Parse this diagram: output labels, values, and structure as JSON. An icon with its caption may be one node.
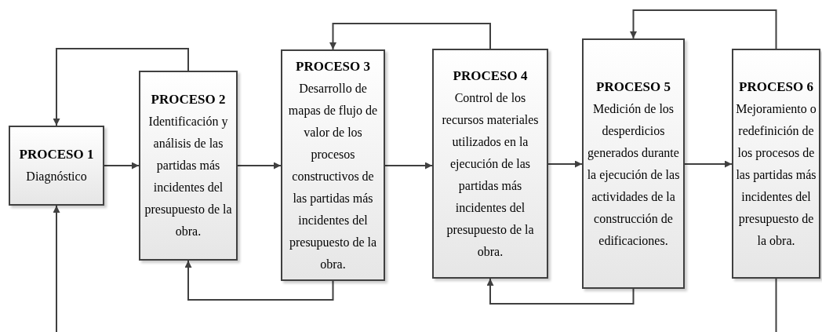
{
  "diagram": {
    "nodes": [
      {
        "text": [
          "PROCESO 1",
          "Diagnóstico"
        ]
      },
      {
        "text": [
          "PROCESO 2",
          "Identificación y análisis de las partidas más incidentes del presupuesto de la obra."
        ]
      },
      {
        "text": [
          "PROCESO 3",
          "Desarrollo de mapas de flujo de valor de los procesos constructivos de las partidas más incidentes del presupuesto de la obra."
        ]
      },
      {
        "text": [
          "PROCESO 4",
          "Control de los recursos materiales utilizados en la ejecución de las partidas más incidentes del presupuesto de la obra."
        ]
      },
      {
        "text": [
          "PROCESO 5",
          "Medición de los desperdicios generados durante la ejecución de las actividades de la construcción de edificaciones."
        ]
      },
      {
        "text": [
          "PROCESO 6",
          "Mejoramiento o redefinición de los procesos de las partidas más incidentes del presupuesto de la obra."
        ]
      }
    ],
    "edges": [
      {
        "from": 0,
        "to": 1,
        "arrow": "to"
      },
      {
        "from": 1,
        "to": 2,
        "arrow": "to"
      },
      {
        "from": 2,
        "to": 3,
        "arrow": "to"
      },
      {
        "from": 3,
        "to": 4,
        "arrow": "to"
      },
      {
        "from": 4,
        "to": 5,
        "arrow": "to"
      },
      {
        "from": 1,
        "to": 0,
        "arrow": "to"
      },
      {
        "from": 2,
        "to": 1,
        "arrow": "to"
      },
      {
        "from": 3,
        "to": 2,
        "arrow": "to"
      },
      {
        "from": 4,
        "to": 3,
        "arrow": "to"
      },
      {
        "from": 5,
        "to": 4,
        "arrow": "to"
      },
      {
        "from": null,
        "to": 0,
        "arrow": "to"
      },
      {
        "from": 5,
        "to": null,
        "arrow": "none"
      }
    ]
  }
}
